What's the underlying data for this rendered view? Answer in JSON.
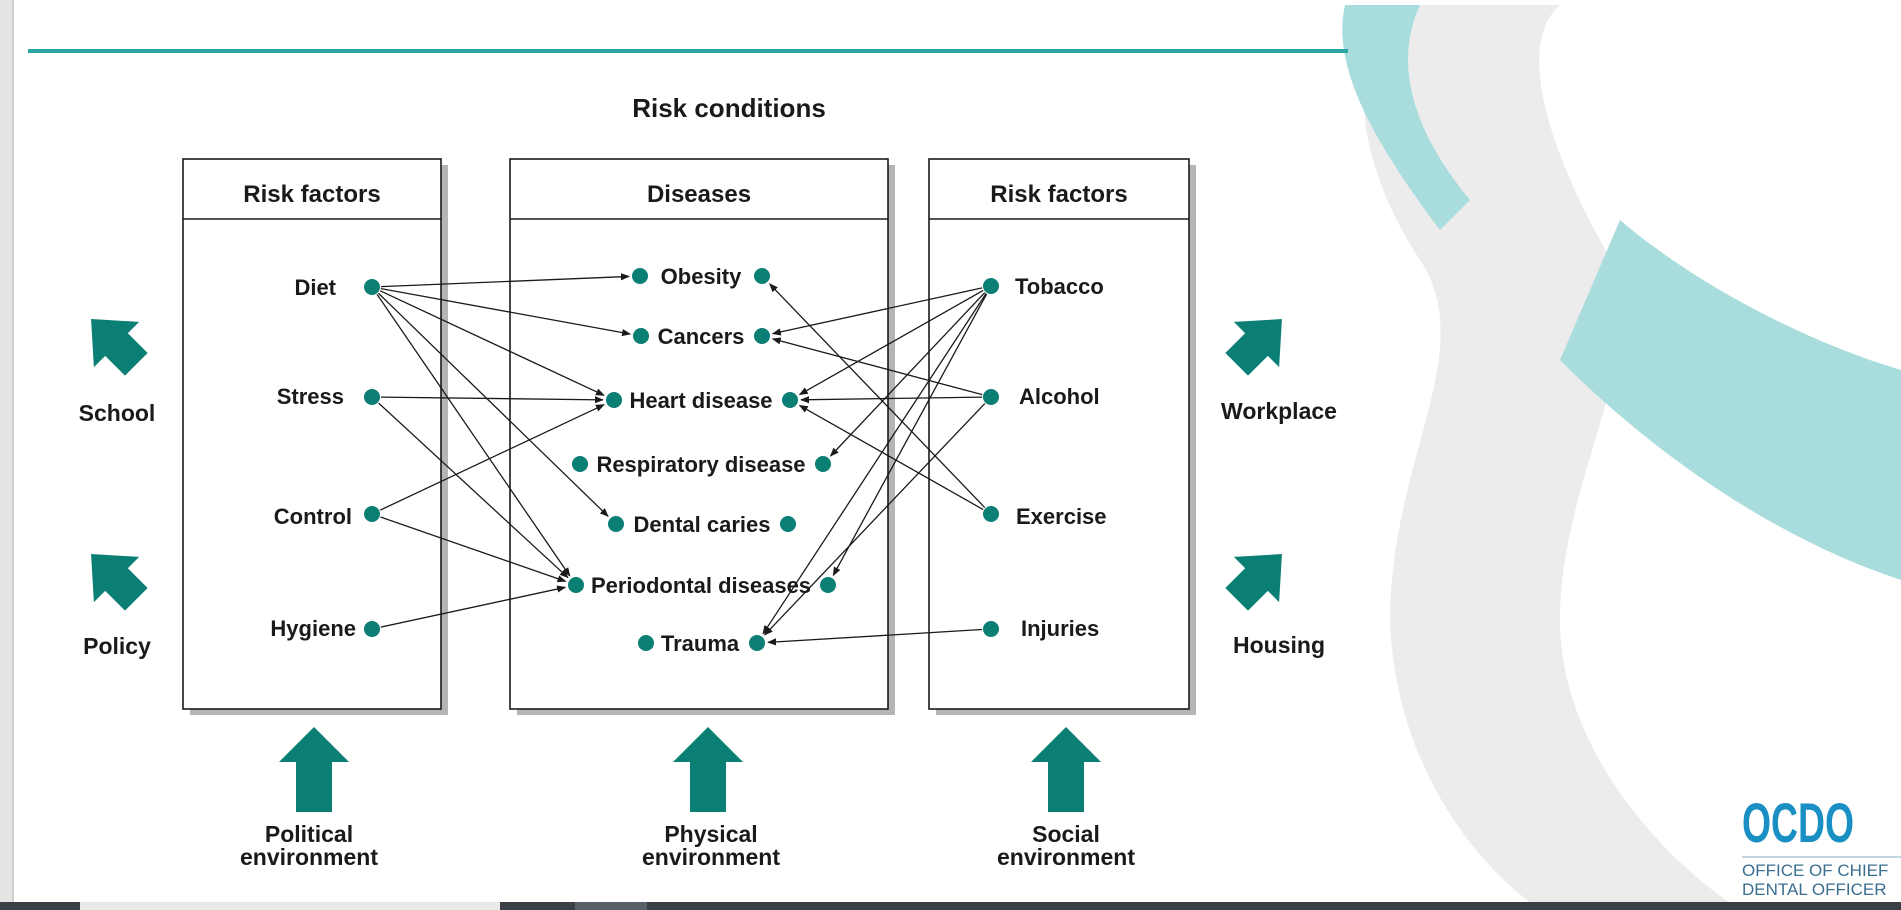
{
  "diagram": {
    "title": "Risk conditions",
    "left_box": {
      "header": "Risk factors",
      "items": [
        "Diet",
        "Stress",
        "Control",
        "Hygiene"
      ]
    },
    "center_box": {
      "header": "Diseases",
      "items": [
        "Obesity",
        "Cancers",
        "Heart disease",
        "Respiratory disease",
        "Dental caries",
        "Periodontal diseases",
        "Trauma"
      ]
    },
    "right_box": {
      "header": "Risk factors",
      "items": [
        "Tobacco",
        "Alcohol",
        "Exercise",
        "Injuries"
      ]
    },
    "left_influences": [
      "School",
      "Policy"
    ],
    "right_influences": [
      "Workplace",
      "Housing"
    ],
    "bottom_influences": [
      {
        "line1": "Political",
        "line2": "environment"
      },
      {
        "line1": "Physical",
        "line2": "environment"
      },
      {
        "line1": "Social",
        "line2": "environment"
      }
    ],
    "left_links": [
      [
        "Diet",
        "Obesity"
      ],
      [
        "Diet",
        "Cancers"
      ],
      [
        "Diet",
        "Heart disease"
      ],
      [
        "Diet",
        "Dental caries"
      ],
      [
        "Diet",
        "Periodontal diseases"
      ],
      [
        "Stress",
        "Heart disease"
      ],
      [
        "Stress",
        "Periodontal diseases"
      ],
      [
        "Control",
        "Heart disease"
      ],
      [
        "Control",
        "Periodontal diseases"
      ],
      [
        "Hygiene",
        "Periodontal diseases"
      ]
    ],
    "right_links": [
      [
        "Tobacco",
        "Cancers"
      ],
      [
        "Tobacco",
        "Heart disease"
      ],
      [
        "Tobacco",
        "Respiratory disease"
      ],
      [
        "Tobacco",
        "Periodontal diseases"
      ],
      [
        "Tobacco",
        "Trauma"
      ],
      [
        "Alcohol",
        "Cancers"
      ],
      [
        "Alcohol",
        "Heart disease"
      ],
      [
        "Alcohol",
        "Trauma"
      ],
      [
        "Exercise",
        "Obesity"
      ],
      [
        "Exercise",
        "Heart disease"
      ],
      [
        "Injuries",
        "Trauma"
      ]
    ]
  },
  "branding": {
    "logo_text": "OCDO",
    "tagline_line1": "OFFICE OF CHIEF",
    "tagline_line2": "DENTAL OFFICER"
  },
  "colors": {
    "accent": "#0b7f73",
    "rule": "#2aa8a0",
    "ribbon_teal": "#a9dcdc",
    "ribbon_grey": "#ececec",
    "logo": "#1a8fc4"
  }
}
